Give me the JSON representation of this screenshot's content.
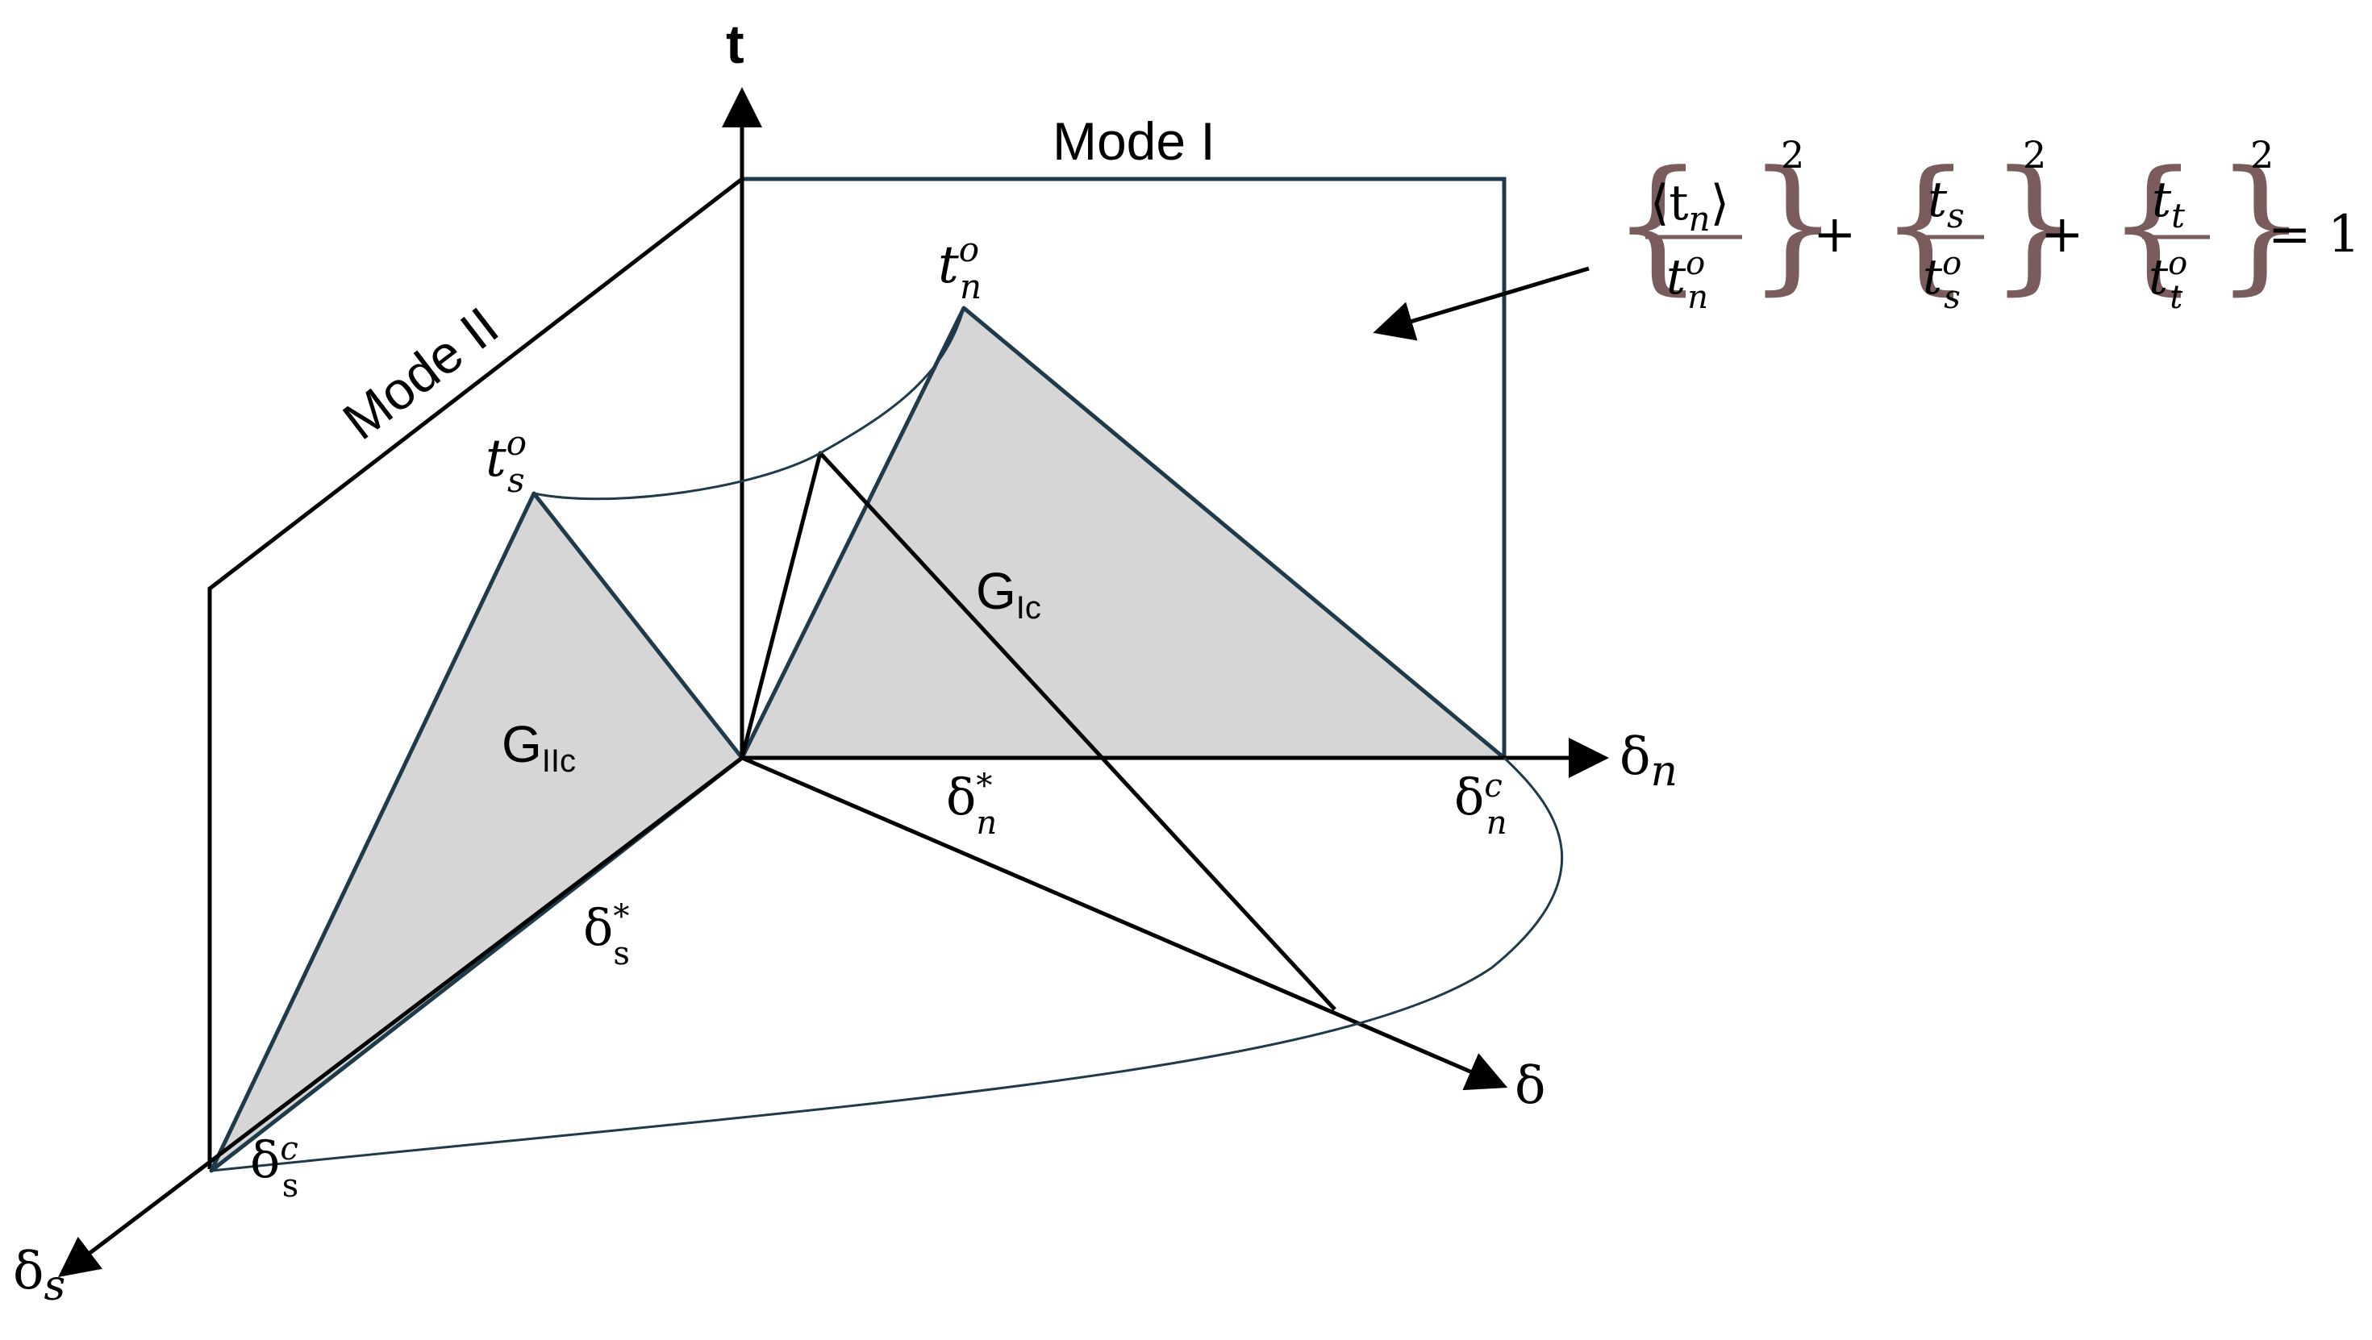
{
  "axes": {
    "t": "t",
    "delta_n": "δ",
    "delta_n_sub": "n",
    "delta_s": "δ",
    "delta_s_sub": "s",
    "delta": "δ"
  },
  "planes": {
    "mode_one": "Mode I",
    "mode_two": "Mode II"
  },
  "areas": {
    "g_ic_main": "G",
    "g_ic_sub": "Ic",
    "g_iic_main": "G",
    "g_iic_sub": "IIc"
  },
  "points": {
    "tn_o_base": "t",
    "tn_o_sub": "n",
    "tn_o_sup": "o",
    "ts_o_base": "t",
    "ts_o_sub": "s",
    "ts_o_sup": "o",
    "dn_star_base": "δ",
    "dn_star_sub": "n",
    "dn_star_sup": "*",
    "dn_c_base": "δ",
    "dn_c_sub": "n",
    "dn_c_sup": "c",
    "ds_star_base": "δ",
    "ds_star_sub": "s",
    "ds_star_sup": "*",
    "ds_c_base": "δ",
    "ds_c_sub": "s",
    "ds_c_sup": "c"
  },
  "equation": {
    "t1_num": "⟨t",
    "t1_num_sub": "n",
    "t1_num_close": "⟩",
    "t1_den": "t",
    "t1_den_sub": "n",
    "t1_den_sup": "o",
    "t2_num": "t",
    "t2_num_sub": "s",
    "t2_den": "t",
    "t2_den_sub": "s",
    "t2_den_sup": "o",
    "t3_num": "t",
    "t3_num_sub": "t",
    "t3_den": "t",
    "t3_den_sub": "t",
    "t3_den_sup": "o",
    "power": "2",
    "plus": "+",
    "rhs": "= 1"
  },
  "colors": {
    "line": "#000000",
    "triangle_edge": "#1f3a4a",
    "triangle_fill": "#d6d6d6",
    "brace": "#7a5c5c"
  }
}
